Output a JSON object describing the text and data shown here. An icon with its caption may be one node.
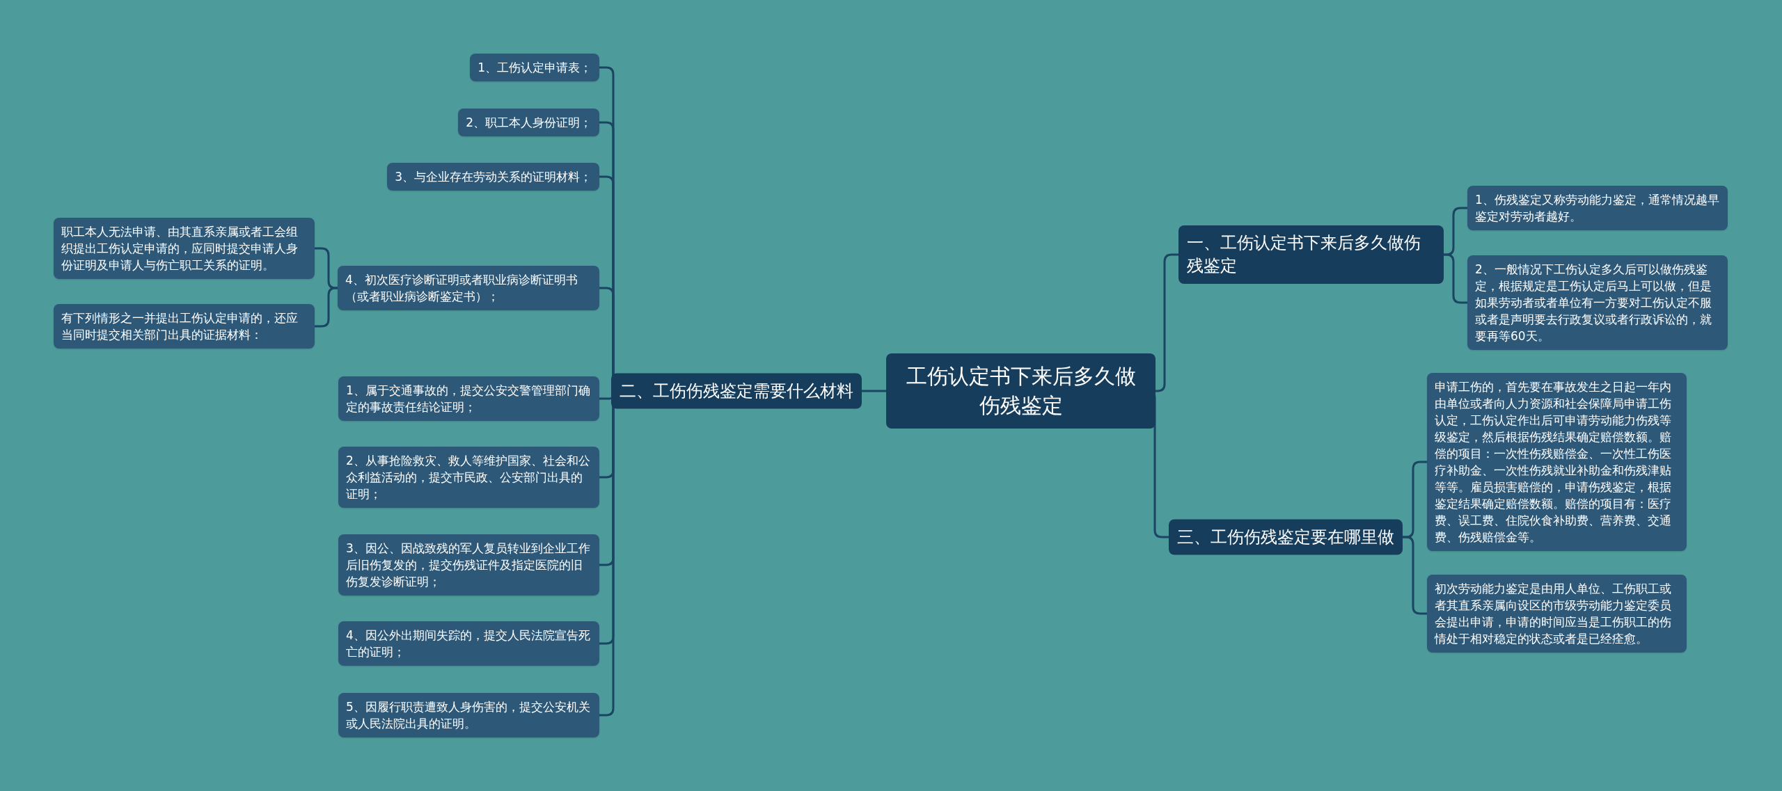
{
  "diagram": {
    "nodes": [
      {
        "text": [
          "工伤认定书下来后多久做伤残鉴定"
        ]
      },
      {
        "text": [
          "一、工伤认定书下来后多久做伤残鉴定"
        ]
      },
      {
        "text": [
          "1、伤残鉴定又称劳动能力鉴定，通常情况越早鉴定对劳动者越好。"
        ]
      },
      {
        "text": [
          "2、一般情况下工伤认定多久后可以做伤残鉴定，根据规定是工伤认定后马上可以做，但是如果劳动者或者单位有一方要对工伤认定不服或者是声明要去行政复议或者行政诉讼的，就要再等60天。"
        ]
      },
      {
        "text": [
          "二、工伤伤残鉴定需要什么材料"
        ]
      },
      {
        "text": [
          "1、工伤认定申请表；"
        ]
      },
      {
        "text": [
          "2、职工本人身份证明；"
        ]
      },
      {
        "text": [
          "3、与企业存在劳动关系的证明材料；"
        ]
      },
      {
        "text": [
          "4、初次医疗诊断证明或者职业病诊断证明书（或者职业病诊断鉴定书）；"
        ]
      },
      {
        "text": [
          "职工本人无法申请、由其直系亲属或者工会组织提出工伤认定申请的，应同时提交申请人身份证明及申请人与伤亡职工关系的证明。"
        ]
      },
      {
        "text": [
          "有下列情形之一并提出工伤认定申请的，还应当同时提交相关部门出具的证据材料："
        ]
      },
      {
        "text": [
          "1、属于交通事故的，提交公安交警管理部门确定的事故责任结论证明；"
        ]
      },
      {
        "text": [
          "2、从事抢险救灾、救人等维护国家、社会和公众利益活动的，提交市民政、公安部门出具的证明；"
        ]
      },
      {
        "text": [
          "3、因公、因战致残的军人复员转业到企业工作后旧伤复发的，提交伤残证件及指定医院的旧伤复发诊断证明；"
        ]
      },
      {
        "text": [
          "4、因公外出期间失踪的，提交人民法院宣告死亡的证明；"
        ]
      },
      {
        "text": [
          "5、因履行职责遭致人身伤害的，提交公安机关或人民法院出具的证明。"
        ]
      },
      {
        "text": [
          "三、工伤伤残鉴定要在哪里做"
        ]
      },
      {
        "text": [
          "申请工伤的，首先要在事故发生之日起一年内由单位或者向人力资源和社会保障局申请工伤认定，工伤认定作出后可申请劳动能力伤残等级鉴定，然后根据伤残结果确定赔偿数额。赔偿的项目：一次性伤残赔偿金、一次性工伤医疗补助金、一次性伤残就业补助金和伤残津贴等等。雇员损害赔偿的，申请伤残鉴定，根据鉴定结果确定赔偿数额。赔偿的项目有：医疗费、误工费、住院伙食补助费、营养费、交通费、伤残赔偿金等。"
        ]
      },
      {
        "text": [
          "初次劳动能力鉴定是由用人单位、工伤职工或者其直系亲属向设区的市级劳动能力鉴定委员会提出申请，申请的时间应当是工伤职工的伤情处于相对稳定的状态或者是已经痊愈。"
        ]
      }
    ],
    "edges": [
      {
        "from": 0,
        "to": 1,
        "arrow": "none"
      },
      {
        "from": 1,
        "to": 2,
        "arrow": "none"
      },
      {
        "from": 1,
        "to": 3,
        "arrow": "none"
      },
      {
        "from": 0,
        "to": 4,
        "arrow": "none"
      },
      {
        "from": 4,
        "to": 5,
        "arrow": "none"
      },
      {
        "from": 4,
        "to": 6,
        "arrow": "none"
      },
      {
        "from": 4,
        "to": 7,
        "arrow": "none"
      },
      {
        "from": 4,
        "to": 8,
        "arrow": "none"
      },
      {
        "from": 8,
        "to": 9,
        "arrow": "none"
      },
      {
        "from": 8,
        "to": 10,
        "arrow": "none"
      },
      {
        "from": 4,
        "to": 11,
        "arrow": "none"
      },
      {
        "from": 4,
        "to": 12,
        "arrow": "none"
      },
      {
        "from": 4,
        "to": 13,
        "arrow": "none"
      },
      {
        "from": 4,
        "to": 14,
        "arrow": "none"
      },
      {
        "from": 4,
        "to": 15,
        "arrow": "none"
      },
      {
        "from": 0,
        "to": 16,
        "arrow": "none"
      },
      {
        "from": 16,
        "to": 17,
        "arrow": "none"
      },
      {
        "from": 16,
        "to": 18,
        "arrow": "none"
      }
    ]
  }
}
